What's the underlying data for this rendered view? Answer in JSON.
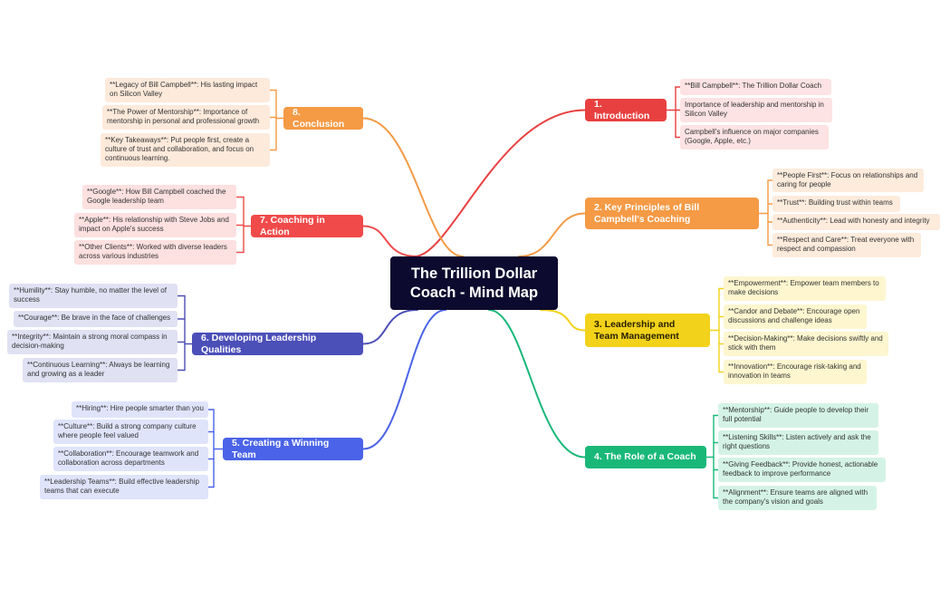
{
  "center": "The Trillion Dollar Coach - Mind Map",
  "branches": [
    {
      "id": "b1",
      "label": "1. Introduction",
      "color": "#e84040",
      "light": "#fde3e3",
      "leaves": [
        "**Bill Campbell**: The Trillion Dollar Coach",
        "Importance of leadership and mentorship in Silicon Valley",
        "Campbell's influence on major companies (Google, Apple, etc.)"
      ]
    },
    {
      "id": "b2",
      "label": "2. Key Principles of Bill Campbell's Coaching",
      "color": "#f59a45",
      "light": "#fdebdc",
      "leaves": [
        "**People First**: Focus on relationships and caring for people",
        "**Trust**: Building trust within teams",
        "**Authenticity**: Lead with honesty and integrity",
        "**Respect and Care**: Treat everyone with respect and compassion"
      ]
    },
    {
      "id": "b3",
      "label": "3. Leadership and Team Management",
      "color": "#f2d21a",
      "light": "#fdf6cf",
      "leaves": [
        "**Empowerment**: Empower team members to make decisions",
        "**Candor and Debate**: Encourage open discussions and challenge ideas",
        "**Decision-Making**: Make decisions swiftly and stick with them",
        "**Innovation**: Encourage risk-taking and innovation in teams"
      ]
    },
    {
      "id": "b4",
      "label": "4. The Role of a Coach",
      "color": "#19b879",
      "light": "#d4f3e6",
      "leaves": [
        "**Mentorship**: Guide people to develop their full potential",
        "**Listening Skills**: Listen actively and ask the right questions",
        "**Giving Feedback**: Provide honest, actionable feedback to improve performance",
        "**Alignment**: Ensure teams are aligned with the company's vision and goals"
      ]
    },
    {
      "id": "b5",
      "label": "5. Creating a Winning Team",
      "color": "#4a63e8",
      "light": "#dfe4fb",
      "leaves": [
        "**Hiring**: Hire people smarter than you",
        "**Culture**: Build a strong company culture where people feel valued",
        "**Collaboration**: Encourage teamwork and collaboration across departments",
        "**Leadership Teams**: Build effective leadership teams that can execute"
      ]
    },
    {
      "id": "b6",
      "label": "6. Developing Leadership Qualities",
      "color": "#4b4fb8",
      "light": "#e0e1f3",
      "leaves": [
        "**Humility**: Stay humble, no matter the level of success",
        "**Courage**: Be brave in the face of challenges",
        "**Integrity**: Maintain a strong moral compass in decision-making",
        "**Continuous Learning**: Always be learning and growing as a leader"
      ]
    },
    {
      "id": "b7",
      "label": "7. Coaching in Action",
      "color": "#f04a4a",
      "light": "#fde0e0",
      "leaves": [
        "**Google**: How Bill Campbell coached the Google leadership team",
        "**Apple**: His relationship with Steve Jobs and impact on Apple's success",
        "**Other Clients**: Worked with diverse leaders across various industries"
      ]
    },
    {
      "id": "b8",
      "label": "8. Conclusion",
      "color": "#f59a45",
      "light": "#fdeadb",
      "leaves": [
        "**Legacy of Bill Campbell**: His lasting impact on Silicon Valley",
        "**The Power of Mentorship**: Importance of mentorship in personal and professional growth",
        "**Key Takeaways**: Put people first, create a culture of trust and collaboration, and focus on continuous learning."
      ]
    }
  ]
}
